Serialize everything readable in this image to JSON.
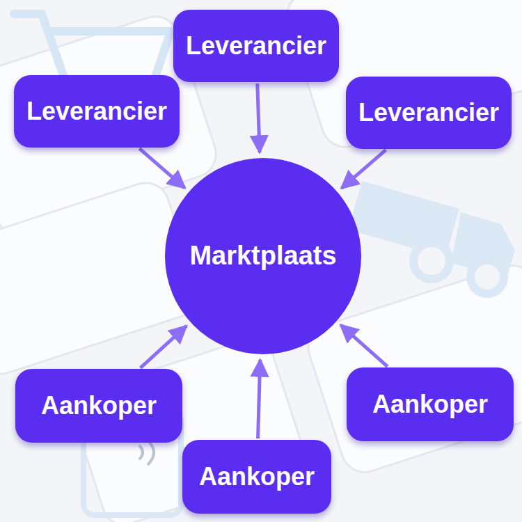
{
  "diagram": {
    "nodes": [
      {
        "text": [
          "Leverancier"
        ]
      },
      {
        "text": [
          "Leverancier"
        ]
      },
      {
        "text": [
          "Leverancier"
        ]
      },
      {
        "text": [
          "Marktplaats"
        ]
      },
      {
        "text": [
          "Aankoper"
        ]
      },
      {
        "text": [
          "Aankoper"
        ]
      },
      {
        "text": [
          "Aankoper"
        ]
      }
    ],
    "edges": [
      {
        "from": 0,
        "to": 3,
        "arrow": "to"
      },
      {
        "from": 1,
        "to": 3,
        "arrow": "to"
      },
      {
        "from": 2,
        "to": 3,
        "arrow": "to"
      },
      {
        "from": 4,
        "to": 3,
        "arrow": "to"
      },
      {
        "from": 5,
        "to": 3,
        "arrow": "to"
      },
      {
        "from": 6,
        "to": 3,
        "arrow": "to"
      }
    ]
  }
}
